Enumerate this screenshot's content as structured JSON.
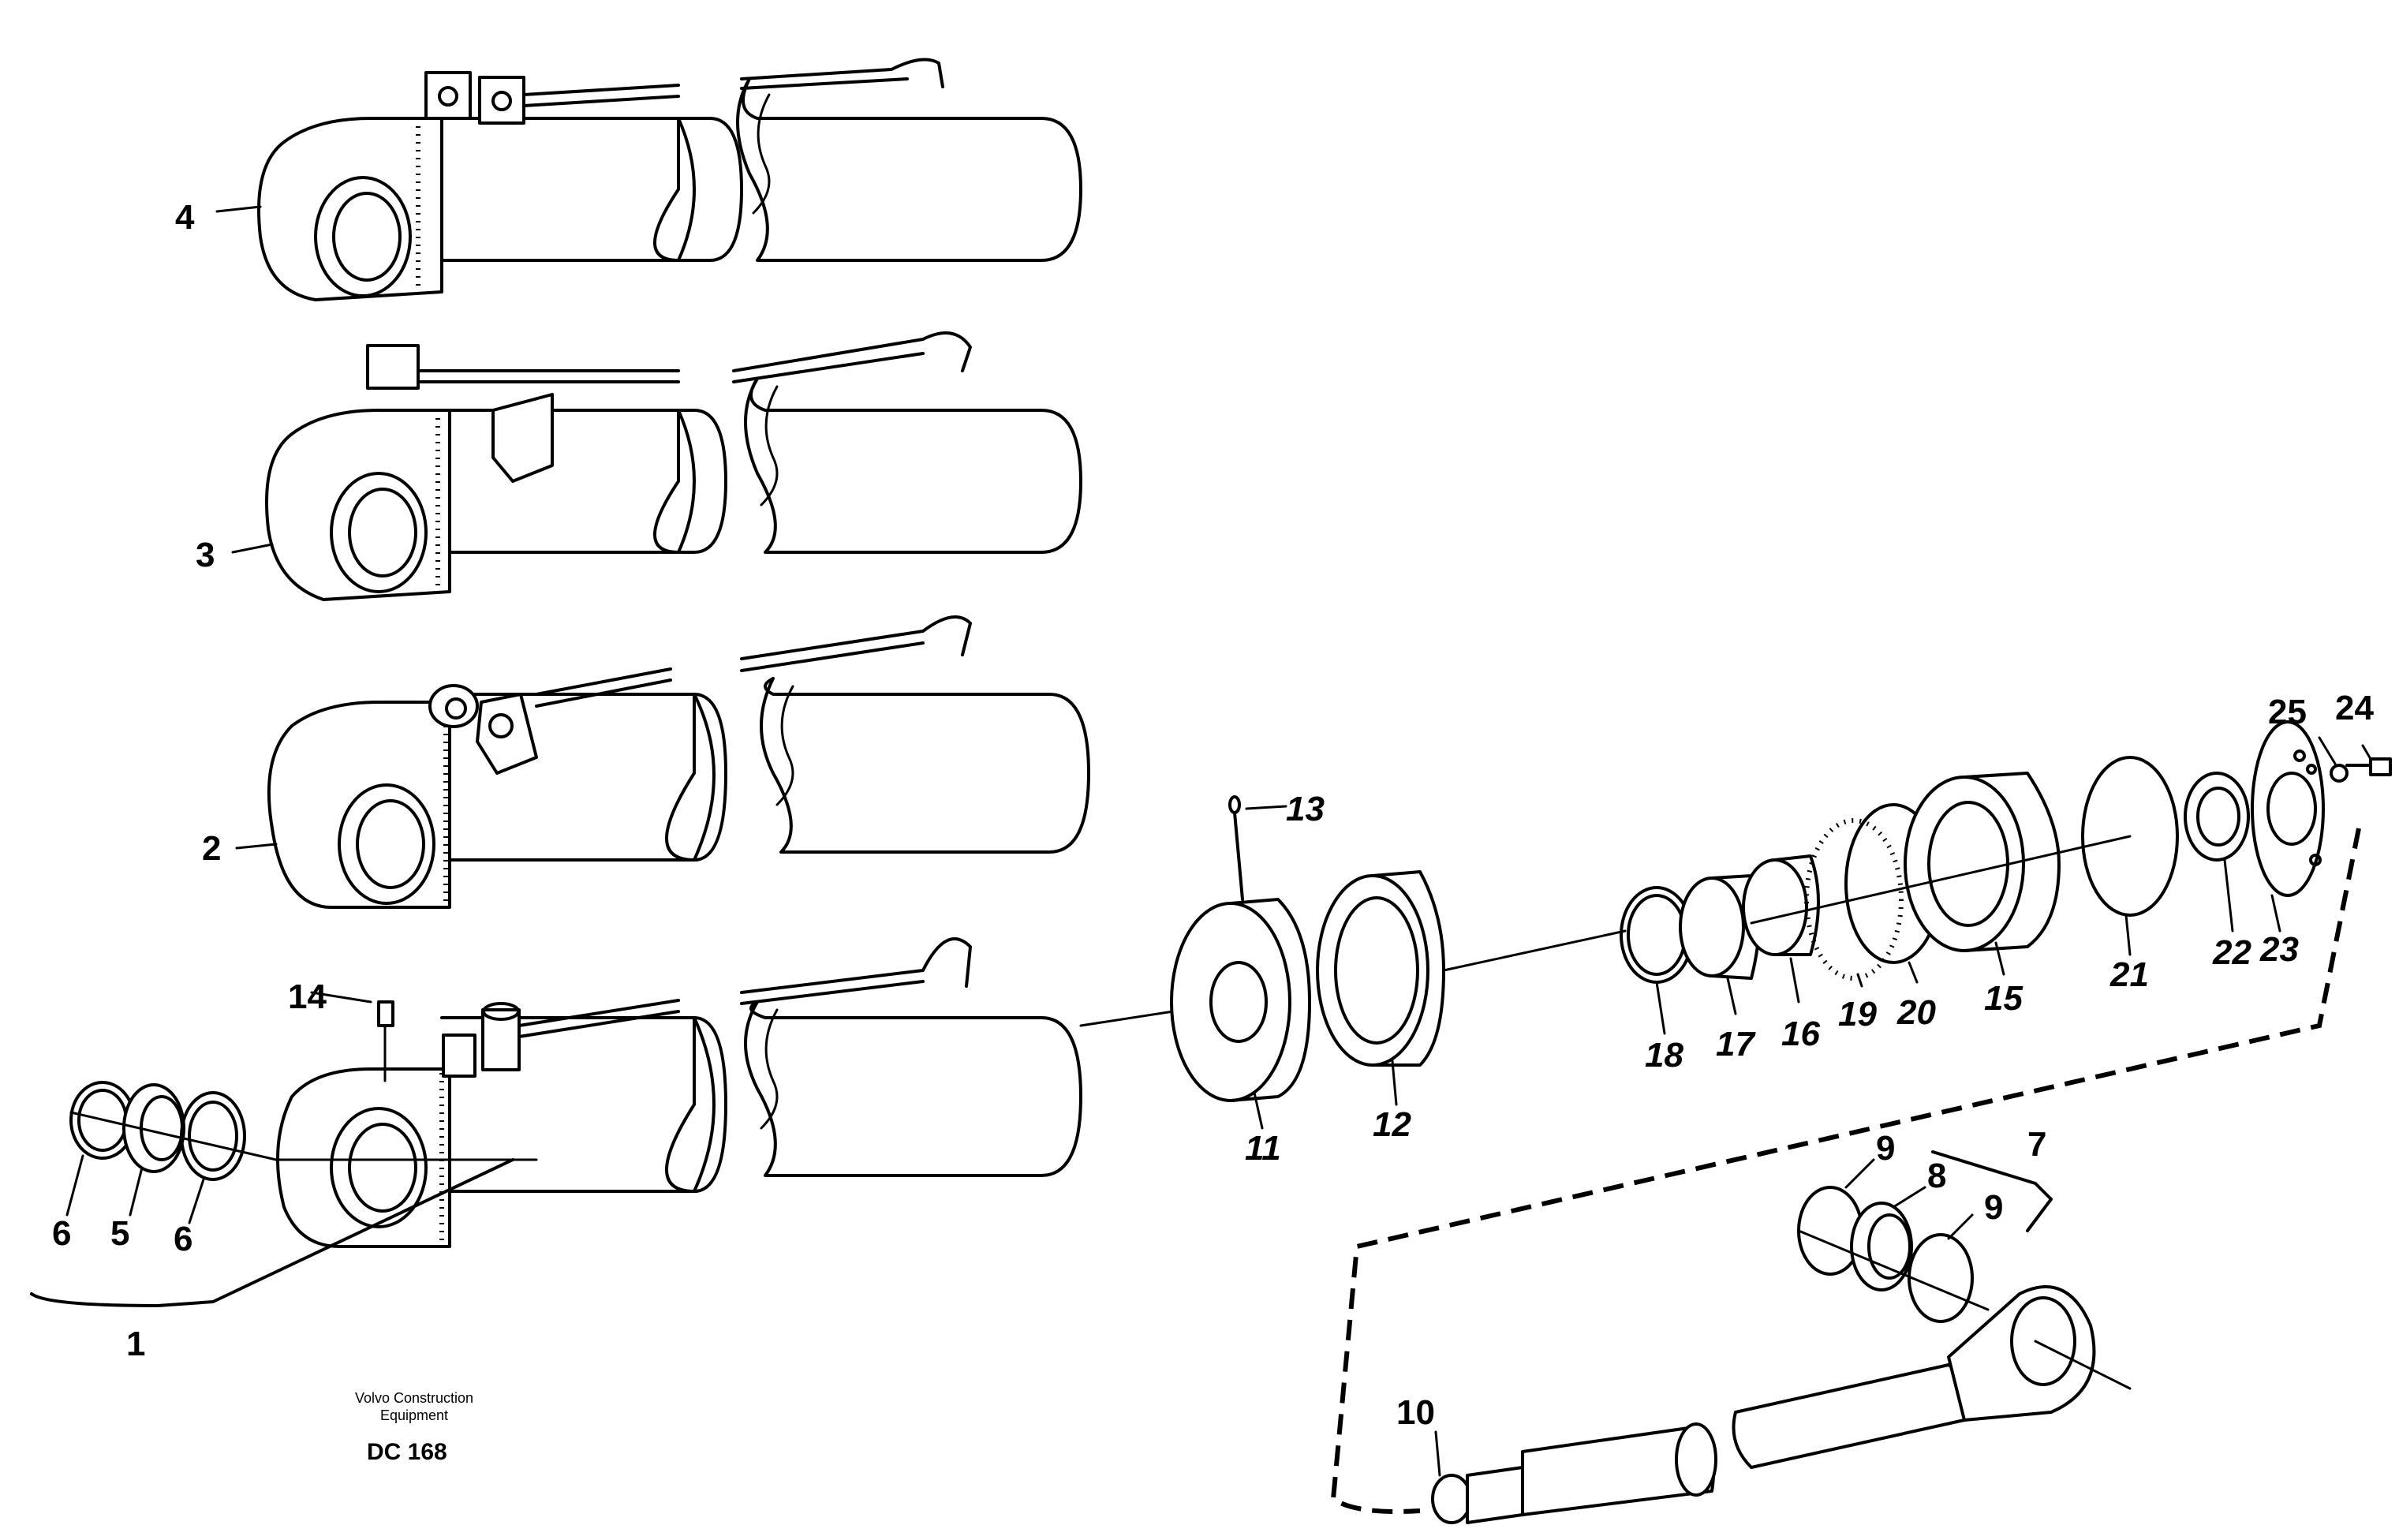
{
  "callouts": {
    "c1": "1",
    "c2": "2",
    "c3": "3",
    "c4": "4",
    "c5": "5",
    "c6a": "6",
    "c6b": "6",
    "c7": "7",
    "c8": "8",
    "c9a": "9",
    "c9b": "9",
    "c10": "10",
    "c11": "11",
    "c12": "12",
    "c13": "13",
    "c14": "14",
    "c15": "15",
    "c16": "16",
    "c17": "17",
    "c18": "18",
    "c19": "19",
    "c20": "20",
    "c21": "21",
    "c22": "22",
    "c23": "23",
    "c24": "24",
    "c25": "25"
  },
  "footer": {
    "credit_line1": "Volvo Construction",
    "credit_line2": "Equipment",
    "drawing_code": "DC 168"
  }
}
